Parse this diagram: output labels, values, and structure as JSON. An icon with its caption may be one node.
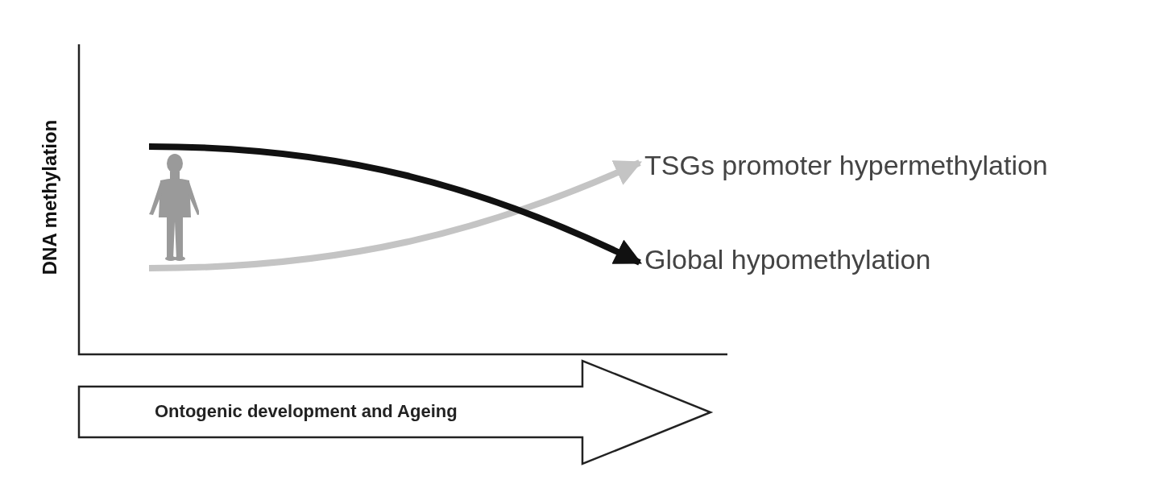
{
  "diagram": {
    "nodes": [
      {
        "text": [],
        "shape": "person"
      },
      {
        "text": [
          "TSGs promoter hypermethylation"
        ]
      },
      {
        "text": [
          "Global hypomethylation"
        ]
      },
      {
        "text": [
          "Ontogenic development and Ageing"
        ]
      }
    ],
    "edges": [
      {
        "from": 0,
        "to": 1,
        "arrow": "to",
        "color": "#c4c4c4"
      },
      {
        "from": 0,
        "to": 2,
        "arrow": "to",
        "color": "#111111"
      }
    ],
    "labels": [
      "DNA methylation"
    ]
  }
}
